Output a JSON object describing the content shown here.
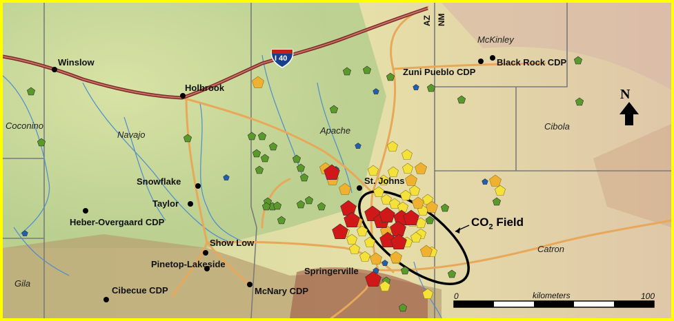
{
  "map_title": "",
  "interstate": {
    "shield_label": "I 40"
  },
  "states": {
    "arizona": "AZ",
    "new_mexico": "NM"
  },
  "places": {
    "winslow": "Winslow",
    "holbrook": "Holbrook",
    "snowflake": "Snowflake",
    "taylor": "Taylor",
    "heber": "Heber-Overgaard CDP",
    "show_low": "Show Low",
    "pinetop": "Pinetop-Lakeside",
    "cibecue": "Cibecue CDP",
    "mcnary": "McNary CDP",
    "springerville": "Springerville",
    "st_johns": "St. Johns",
    "zuni": "Zuni Pueblo CDP",
    "black_rock": "Black Rock CDP"
  },
  "counties": {
    "coconino": "Coconino",
    "navajo": "Navajo",
    "apache": "Apache",
    "mckinley": "McKinley",
    "cibola": "Cibola",
    "catron": "Catron",
    "gila": "Gila"
  },
  "co2_field": {
    "label_main": "CO",
    "label_sub": "2",
    "label_rest": " Field"
  },
  "north_arrow": {
    "letter": "N"
  },
  "scale_bar": {
    "zero": "0",
    "max": "100",
    "unit": "kilometers"
  },
  "colors": {
    "frame": "#ffff00",
    "well_green": "#5a9a2a",
    "well_yellow": "#f4e23a",
    "well_orange": "#f0b030",
    "well_red": "#d01818",
    "well_blue": "#2060b0",
    "interstate": "#8a2a2a",
    "highway": "#e8a85a"
  }
}
